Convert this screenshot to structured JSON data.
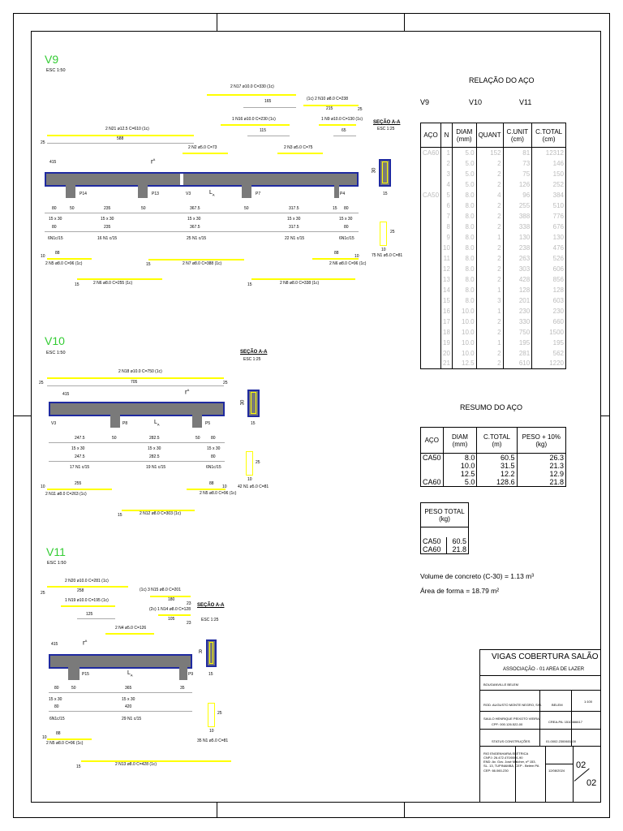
{
  "v9": {
    "title": "V9",
    "scale": "ESC 1:50",
    "section_title": "SEÇÃO A-A",
    "section_scale": "ESC 1:25",
    "bars_top": [
      {
        "label": "2 N17 ø10.0 C=330 (1c)",
        "len": "165"
      },
      {
        "label": "(1c) 2 N10 ø8.0 C=238",
        "len": "215",
        "end": "25"
      },
      {
        "label": "1 N16 ø10.0 C=230 (1c)",
        "len": "115"
      },
      {
        "label": "1 N9 ø10.0 C=130 (1c)",
        "len": "65"
      },
      {
        "label": "2 N21 ø12.5 C=610 (1c)",
        "len": "588",
        "end": "25"
      },
      {
        "label": "2 N2 ø5.0 C=73"
      },
      {
        "label": "2 N3 ø5.0 C=75"
      }
    ],
    "supports": [
      "P14",
      "P13",
      "V3",
      "P7",
      "P4"
    ],
    "dims": [
      "80",
      "50",
      "235",
      "50",
      "367.5",
      "50",
      "317.5",
      "15",
      "80"
    ],
    "sections": [
      "15 x 30",
      "15 x 30",
      "15 x 30",
      "15 x 30",
      "15 x 30"
    ],
    "dims2": [
      "80",
      "235",
      "367.5",
      "317.5",
      "80"
    ],
    "stirrups": [
      "6N1c/15",
      "16 N1 c/15",
      "25 N1 c/15",
      "22 N1 c/15",
      "6N1c/15"
    ],
    "sec_h": "30",
    "sec_w": "15",
    "sec_stir": "25",
    "sec_stir_b": "10",
    "stir_label": "75 N1 ø5.0 C=81",
    "left_top": "415",
    "bars_bottom": [
      {
        "label": "2 N5 ø8.0 C=96 (1c)",
        "a": "10",
        "b": "88"
      },
      {
        "label": "2 N7 ø8.0 C=388 (1c)",
        "a": "15"
      },
      {
        "label": "2 N6 ø8.0 C=96 (1c)",
        "a": "88",
        "b": "10"
      },
      {
        "label": "2 N6 ø8.0 C=255 (1c)",
        "a": "15"
      },
      {
        "label": "2 N8 ø8.0 C=338 (1c)",
        "a": "15"
      }
    ]
  },
  "v10": {
    "title": "V10",
    "scale": "ESC 1:50",
    "section_title": "SEÇÃO A-A",
    "section_scale": "ESC 1:25",
    "top_bar": {
      "label": "2 N18 ø10.0 C=750 (1c)",
      "len": "705",
      "a": "25",
      "b": "25"
    },
    "left_top": "415",
    "supports": [
      "V3",
      "P8",
      "P5"
    ],
    "dims": [
      "247.5",
      "50",
      "282.5",
      "50",
      "80"
    ],
    "sections": [
      "15 x 30",
      "15 x 30",
      "15 x 30"
    ],
    "dims2": [
      "247.5",
      "282.5",
      "80"
    ],
    "stirrups": [
      "17 N1 c/15",
      "19 N1 c/15",
      "6N1c/15"
    ],
    "sec_h": "30",
    "sec_w": "15",
    "sec_stir": "25",
    "sec_stir_b": "10",
    "stir_label": "42 N1 ø5.0 C=81",
    "bars_bottom": [
      {
        "label": "2 N11 ø8.0 C=263 (1c)",
        "a": "10",
        "b": "255"
      },
      {
        "label": "2 N5 ø8.0 C=96 (1c)",
        "a": "88",
        "b": "10"
      },
      {
        "label": "2 N12 ø8.0 C=303 (1c)",
        "a": "15"
      }
    ]
  },
  "v11": {
    "title": "V11",
    "scale": "ESC 1:50",
    "section_title": "SEÇÃO A-A",
    "section_scale": "ESC 1:25",
    "bars_top": [
      {
        "label": "2 N20 ø10.0 C=281 (1c)",
        "len": "258",
        "a": "25"
      },
      {
        "label": "(1c) 3 N15 ø8.0 C=201",
        "len": "180",
        "a": "23"
      },
      {
        "label": "1 N19 ø10.0 C=195 (1c)",
        "len": "125"
      },
      {
        "label": "(2c) 1 N14 ø8.0 C=128",
        "len": "105",
        "a": "23"
      },
      {
        "label": "2 N4 ø5.0 C=126"
      }
    ],
    "left_top": "415",
    "supports": [
      "P15",
      "P9"
    ],
    "dims": [
      "80",
      "50",
      "365",
      "35"
    ],
    "sections": [
      "15 x 30",
      "15 x 30"
    ],
    "dims2": [
      "80",
      "420"
    ],
    "stirrups": [
      "6N1c/15",
      "29 N1 c/15"
    ],
    "sec_h": "R",
    "sec_w": "15",
    "sec_stir": "25",
    "sec_stir_b": "10",
    "stir_label": "35 N1 ø5.0 C=81",
    "bars_bottom": [
      {
        "label": "2 N5 ø8.0 C=96 (1c)",
        "a": "10",
        "b": "88"
      },
      {
        "label": "2 N13 ø8.0 C=428 (1c)",
        "a": "15"
      }
    ]
  },
  "relacao": {
    "title": "RELAÇÃO DO AÇO",
    "beams": [
      "V9",
      "V10",
      "V11"
    ],
    "headers": [
      "AÇO",
      "N",
      "DIAM (mm)",
      "QUANT",
      "C.UNIT (cm)",
      "C.TOTAL (cm)"
    ],
    "rows": [
      [
        "CA60",
        "1",
        "5.0",
        "152",
        "81",
        "12312"
      ],
      [
        "",
        "2",
        "5.0",
        "2",
        "73",
        "146"
      ],
      [
        "",
        "3",
        "5.0",
        "2",
        "75",
        "150"
      ],
      [
        "",
        "4",
        "5.0",
        "2",
        "126",
        "252"
      ],
      [
        "CA50",
        "5",
        "8.0",
        "4",
        "96",
        "384"
      ],
      [
        "",
        "6",
        "8.0",
        "2",
        "255",
        "510"
      ],
      [
        "",
        "7",
        "8.0",
        "2",
        "388",
        "776"
      ],
      [
        "",
        "8",
        "8.0",
        "2",
        "338",
        "676"
      ],
      [
        "",
        "9",
        "8.0",
        "1",
        "130",
        "130"
      ],
      [
        "",
        "10",
        "8.0",
        "2",
        "238",
        "476"
      ],
      [
        "",
        "11",
        "8.0",
        "2",
        "263",
        "526"
      ],
      [
        "",
        "12",
        "8.0",
        "2",
        "303",
        "606"
      ],
      [
        "",
        "13",
        "8.0",
        "2",
        "428",
        "856"
      ],
      [
        "",
        "14",
        "8.0",
        "1",
        "128",
        "128"
      ],
      [
        "",
        "15",
        "8.0",
        "3",
        "201",
        "603"
      ],
      [
        "",
        "16",
        "10.0",
        "1",
        "230",
        "230"
      ],
      [
        "",
        "17",
        "10.0",
        "2",
        "330",
        "660"
      ],
      [
        "",
        "18",
        "10.0",
        "2",
        "750",
        "1500"
      ],
      [
        "",
        "19",
        "10.0",
        "1",
        "195",
        "195"
      ],
      [
        "",
        "20",
        "10.0",
        "2",
        "281",
        "562"
      ],
      [
        "",
        "21",
        "12.5",
        "2",
        "610",
        "1220"
      ]
    ]
  },
  "resumo": {
    "title": "RESUMO DO AÇO",
    "headers": [
      "AÇO",
      "DIAM (mm)",
      "C.TOTAL (m)",
      "PESO + 10% (kg)"
    ],
    "rows": [
      [
        "CA50",
        "8.0",
        "60.5",
        "26.3"
      ],
      [
        "",
        "10.0",
        "31.5",
        "21.3"
      ],
      [
        "",
        "12.5",
        "12.2",
        "12.9"
      ],
      [
        "CA60",
        "5.0",
        "128.6",
        "21.8"
      ]
    ],
    "peso_title": "PESO TOTAL (kg)",
    "peso_rows": [
      [
        "CA50",
        "60.5"
      ],
      [
        "CA60",
        "21.8"
      ]
    ],
    "volume": "Volume de concreto (C-30) = 1.13 m³",
    "area": "Área de forma = 18.79 m²"
  },
  "title_block": {
    "title": "VIGAS COBERTURA SALÃO",
    "subtitle": "ASSOCIAÇÃO - 01   AREA DE LAZER",
    "bairro": "BOUGANVILLE BELEM",
    "address": "ROD. AUGUSTO MONTE NEGRO, S/N.",
    "city": "BELEM",
    "scale": "1:100",
    "engineer": "SAULO HENRIQUE PEIXOTO VIEIRA",
    "cpf": "CPF: 000.126.522-00",
    "crea": "CREA-PA: 1510466617",
    "company": "STATUS CONSTRUÇÕES",
    "art": "01.0002.2300601-00",
    "owner_lines": [
      "RIO ENGENHARIA ELÉTRICA",
      "CNPJ: 26.472.470/0001-90",
      "END: Av. Gov. José Malcher, nº 153,",
      "SL. 13, TUPINAMBÁ, CEP - Belém PA",
      "CEP: 66.060-230"
    ],
    "date": "12/08/2024",
    "sheet_num": "02",
    "sheet_total": "02"
  }
}
